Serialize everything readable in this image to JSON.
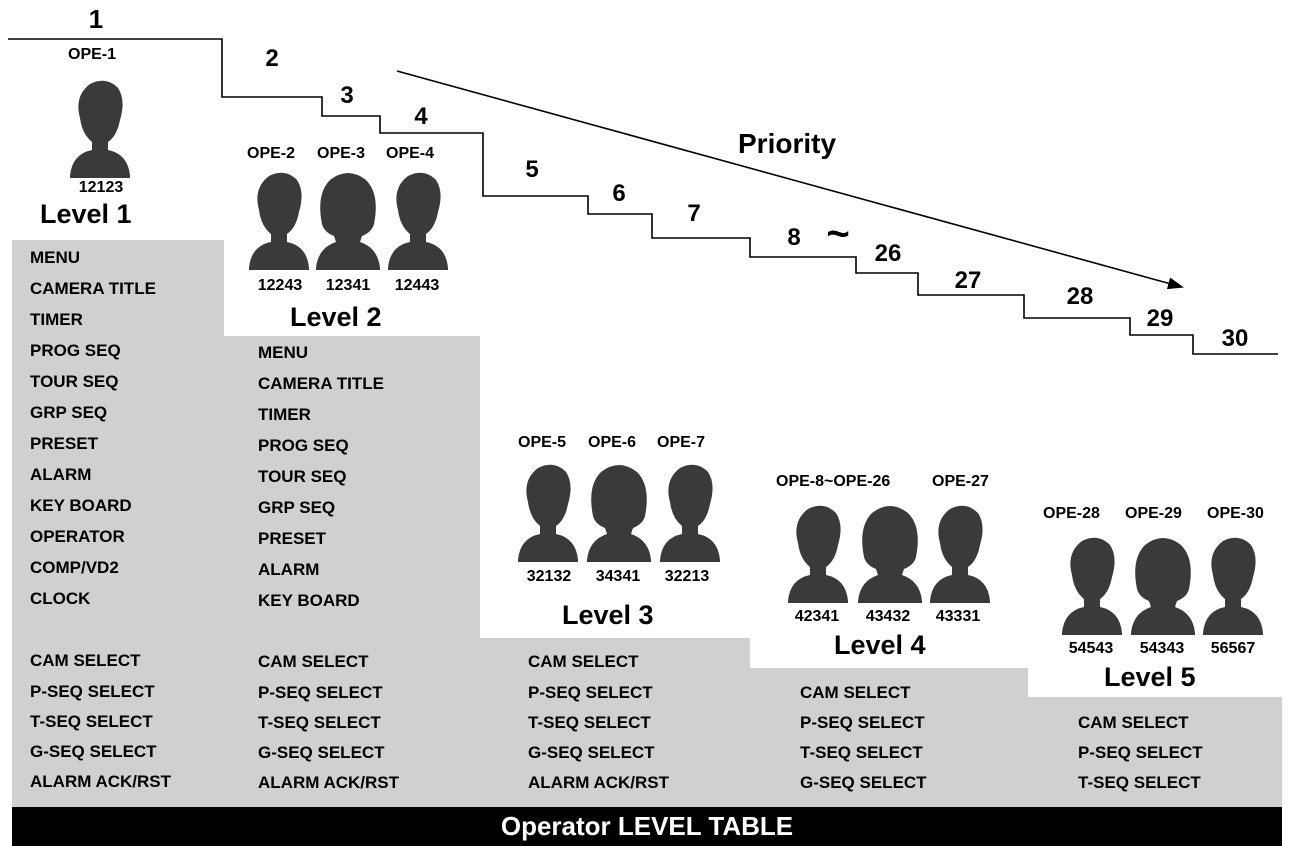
{
  "steps": [
    "1",
    "2",
    "3",
    "4",
    "5",
    "6",
    "7",
    "8",
    "~",
    "26",
    "27",
    "28",
    "29",
    "30"
  ],
  "priority_label": "Priority",
  "levels": [
    {
      "name": "Level 1",
      "operators": [
        "OPE-1"
      ],
      "codes": [
        "12123"
      ],
      "functions_top": [
        "MENU",
        "CAMERA TITLE",
        "TIMER",
        "PROG SEQ",
        "TOUR SEQ",
        "GRP SEQ",
        "PRESET",
        "ALARM",
        "KEY BOARD",
        "OPERATOR",
        "COMP/VD2",
        "CLOCK"
      ],
      "functions_bottom": [
        "CAM SELECT",
        "P-SEQ SELECT",
        "T-SEQ SELECT",
        "G-SEQ SELECT",
        "ALARM ACK/RST"
      ]
    },
    {
      "name": "Level 2",
      "operators": [
        "OPE-2",
        "OPE-3",
        "OPE-4"
      ],
      "codes": [
        "12243",
        "12341",
        "12443"
      ],
      "functions_top": [
        "MENU",
        "CAMERA TITLE",
        "TIMER",
        "PROG SEQ",
        "TOUR SEQ",
        "GRP SEQ",
        "PRESET",
        "ALARM",
        "KEY BOARD"
      ],
      "functions_bottom": [
        "CAM SELECT",
        "P-SEQ SELECT",
        "T-SEQ SELECT",
        "G-SEQ SELECT",
        "ALARM ACK/RST"
      ]
    },
    {
      "name": "Level 3",
      "operators": [
        "OPE-5",
        "OPE-6",
        "OPE-7"
      ],
      "codes": [
        "32132",
        "34341",
        "32213"
      ],
      "functions_bottom": [
        "CAM SELECT",
        "P-SEQ SELECT",
        "T-SEQ SELECT",
        "G-SEQ SELECT",
        "ALARM ACK/RST"
      ]
    },
    {
      "name": "Level 4",
      "operators": [
        "OPE-8~OPE-26",
        "OPE-27"
      ],
      "codes": [
        "42341",
        "43432",
        "43331"
      ],
      "functions_bottom": [
        "CAM SELECT",
        "P-SEQ SELECT",
        "T-SEQ SELECT",
        "G-SEQ SELECT"
      ]
    },
    {
      "name": "Level 5",
      "operators": [
        "OPE-28",
        "OPE-29",
        "OPE-30"
      ],
      "codes": [
        "54543",
        "54343",
        "56567"
      ],
      "functions_bottom": [
        "CAM SELECT",
        "P-SEQ SELECT",
        "T-SEQ SELECT"
      ]
    }
  ],
  "footer_title": "Operator LEVEL TABLE",
  "colors": {
    "panel": "#d0d0d0",
    "silhouette": "#3a3a3a",
    "footer": "#000000"
  }
}
